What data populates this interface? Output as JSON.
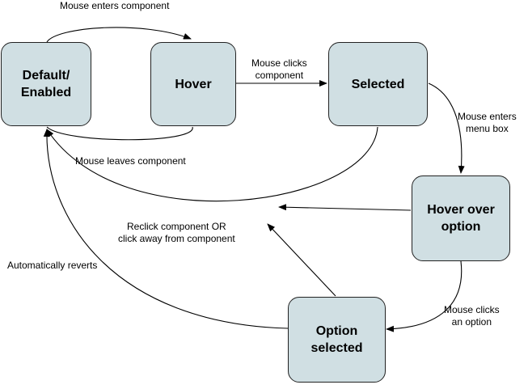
{
  "states": {
    "default": "Default/\nEnabled",
    "hover": "Hover",
    "selected": "Selected",
    "hover_option": "Hover over\noption",
    "option_selected": "Option\nselected"
  },
  "transitions": {
    "enter": "Mouse enters component",
    "leave": "Mouse leaves component",
    "click_component": "Mouse clicks\ncomponent",
    "enter_menu": "Mouse enters\nmenu box",
    "click_option": "Mouse clicks\nan option",
    "reclick": "Reclick component OR\nclick away from component",
    "revert": "Automatically reverts"
  },
  "colors": {
    "node_fill": "#d0dfe3",
    "node_border": "#222222",
    "line": "#000000"
  }
}
